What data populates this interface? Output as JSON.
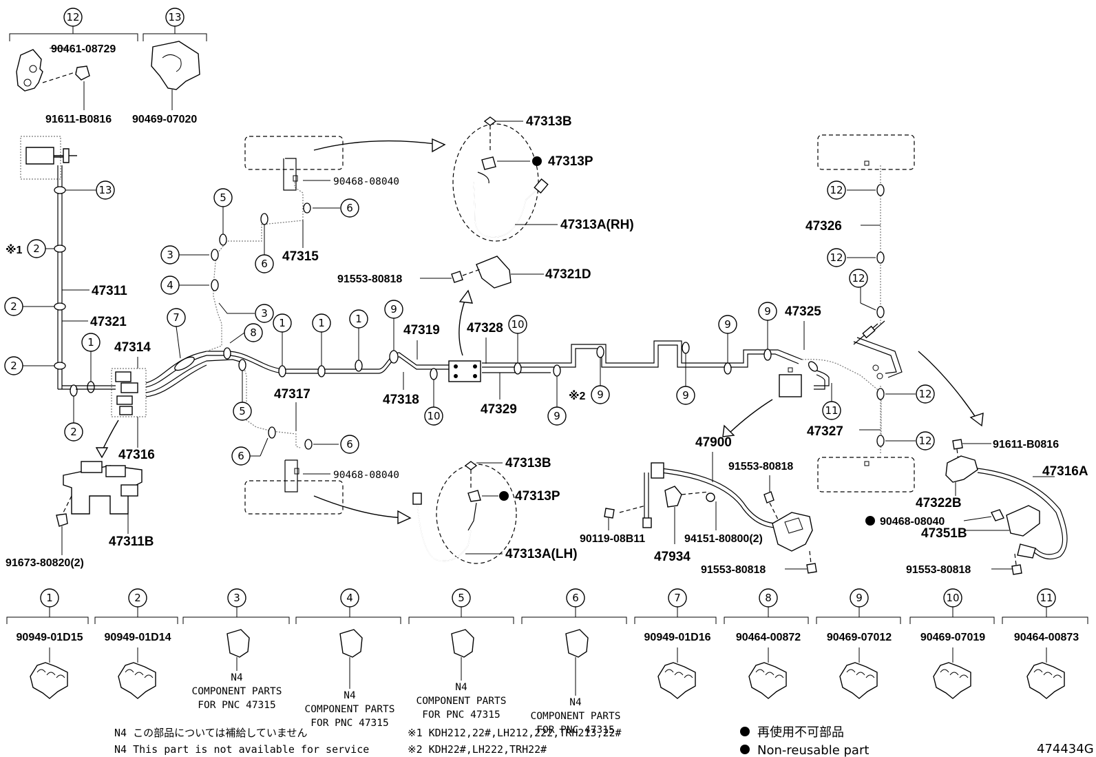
{
  "diagram_id": "474434G",
  "top_parts": {
    "callout_12": "12",
    "callout_13": "13",
    "p90461": "90461-08729",
    "p91611a": "91611-B0816",
    "p90469a": "90469-07020"
  },
  "labels": {
    "p47313B_top": "47313B",
    "p47313P_top": "47313P",
    "p47313A_rh": "47313A(RH)",
    "p90468_top": "90468-08040",
    "p47315": "47315",
    "p47321D": "47321D",
    "p91553_a": "91553-80818",
    "p47311": "47311",
    "p47321": "47321",
    "p47314": "47314",
    "p47316": "47316",
    "p47317": "47317",
    "p47319": "47319",
    "p47318": "47318",
    "p47328": "47328",
    "p47329": "47329",
    "p47325": "47325",
    "p47326": "47326",
    "p47327": "47327",
    "p47900": "47900",
    "p91553_b": "91553-80818",
    "p91553_c": "91553-80818",
    "p90119": "90119-08B11",
    "p94151": "94151-80800(2)",
    "p47934": "47934",
    "p47313B_bot": "47313B",
    "p47313P_bot": "47313P",
    "p47313A_lh": "47313A(LH)",
    "p90468_bot": "90468-08040",
    "p47311B": "47311B",
    "p91673": "91673-80820(2)",
    "p91611b": "91611-B0816",
    "p47316A": "47316A",
    "p47322B": "47322B",
    "p90468_r": "90468-08040",
    "p47351B": "47351B",
    "p91553_d": "91553-80818",
    "mark_x1": "※1",
    "mark_x2": "※2"
  },
  "bottom_clips": [
    {
      "num": "1",
      "part": "90949-01D15"
    },
    {
      "num": "2",
      "part": "90949-01D14"
    },
    {
      "num": "3",
      "part": "",
      "note": [
        "N4",
        "COMPONENT PARTS",
        "FOR PNC 47315"
      ]
    },
    {
      "num": "4",
      "part": "",
      "note": [
        "N4",
        "COMPONENT PARTS",
        "FOR PNC 47315"
      ]
    },
    {
      "num": "5",
      "part": "",
      "note": [
        "N4",
        "COMPONENT PARTS",
        "FOR PNC 47315"
      ]
    },
    {
      "num": "6",
      "part": "",
      "note": [
        "N4",
        "COMPONENT PARTS",
        "FOR PNC 47315"
      ]
    },
    {
      "num": "7",
      "part": "90949-01D16"
    },
    {
      "num": "8",
      "part": "90464-00872"
    },
    {
      "num": "9",
      "part": "90469-07012"
    },
    {
      "num": "10",
      "part": "90469-07019"
    },
    {
      "num": "11",
      "part": "90464-00873"
    }
  ],
  "footnotes": {
    "n4_jp": "N4 この部品については補給していません",
    "n4_en": "N4 This part is not available for service",
    "x1": "※1 KDH212,22#,LH212,222,TRH213,22#",
    "x2": "※2 KDH22#,LH222,TRH22#",
    "legend_jp": "再使用不可部品",
    "legend_en": "Non-reusable part"
  }
}
